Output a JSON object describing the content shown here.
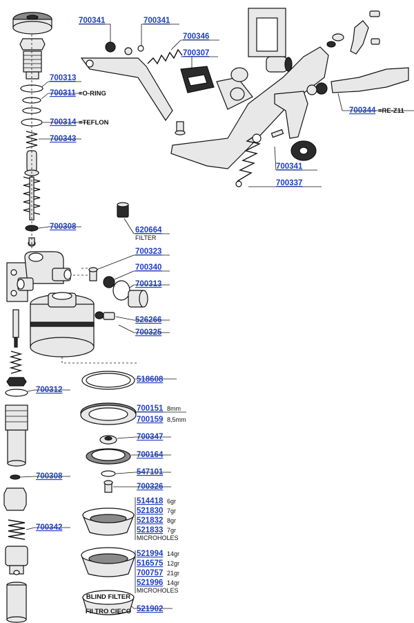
{
  "labels": [
    {
      "id": "a",
      "part_no": "700341",
      "note": ""
    },
    {
      "id": "b",
      "part_no": "700341",
      "note": ""
    },
    {
      "id": "c",
      "part_no": "700346",
      "note": ""
    },
    {
      "id": "d",
      "part_no": "700307",
      "note": ""
    },
    {
      "id": "e",
      "part_no": "700313",
      "note": ""
    },
    {
      "id": "f",
      "part_no": "700311",
      "note": "=O-RING"
    },
    {
      "id": "g",
      "part_no": "700314",
      "note": "=TEFLON"
    },
    {
      "id": "h",
      "part_no": "700343",
      "note": ""
    },
    {
      "id": "i",
      "part_no": "700344",
      "note": "=RE-Z11"
    },
    {
      "id": "j",
      "part_no": "700341",
      "note": ""
    },
    {
      "id": "k",
      "part_no": "700337",
      "note": ""
    },
    {
      "id": "l",
      "part_no": "700308",
      "note": ""
    },
    {
      "id": "m",
      "part_no": "620664",
      "note": "FILTER"
    },
    {
      "id": "n",
      "part_no": "700323",
      "note": ""
    },
    {
      "id": "o",
      "part_no": "700340",
      "note": ""
    },
    {
      "id": "p",
      "part_no": "700313",
      "note": ""
    },
    {
      "id": "q",
      "part_no": "526266",
      "note": ""
    },
    {
      "id": "r",
      "part_no": "700325",
      "note": ""
    },
    {
      "id": "s",
      "part_no": "518608",
      "note": ""
    },
    {
      "id": "t",
      "part_no": "700312",
      "note": ""
    },
    {
      "id": "u",
      "part_no": "700151",
      "note": "8mm"
    },
    {
      "id": "v",
      "part_no": "700159",
      "note": "8,5mm"
    },
    {
      "id": "w",
      "part_no": "700347",
      "note": ""
    },
    {
      "id": "x",
      "part_no": "700164",
      "note": ""
    },
    {
      "id": "y",
      "part_no": "700308",
      "note": ""
    },
    {
      "id": "z",
      "part_no": "547101",
      "note": ""
    },
    {
      "id": "aa",
      "part_no": "700326",
      "note": ""
    },
    {
      "id": "ab",
      "part_no": "514418",
      "note": "6gr"
    },
    {
      "id": "ac",
      "part_no": "521830",
      "note": "7gr"
    },
    {
      "id": "ad",
      "part_no": "521832",
      "note": "8gr"
    },
    {
      "id": "ae",
      "part_no": "700342",
      "note": ""
    },
    {
      "id": "af",
      "part_no": "521833",
      "note": "7gr"
    },
    {
      "id": "ag",
      "part_no": "",
      "note": "MICROHOLES"
    },
    {
      "id": "ah",
      "part_no": "521994",
      "note": "14gr"
    },
    {
      "id": "ai",
      "part_no": "516575",
      "note": "12gr"
    },
    {
      "id": "aj",
      "part_no": "700757",
      "note": "21gr"
    },
    {
      "id": "ak",
      "part_no": "521996",
      "note": "14gr"
    },
    {
      "id": "al",
      "part_no": "",
      "note": "MICROHOLES"
    },
    {
      "id": "am",
      "part_no": "521902",
      "note": ""
    }
  ],
  "blind_filter": {
    "top_text": "BLIND FILTER",
    "bottom_text": "FILTRO CIECO"
  }
}
